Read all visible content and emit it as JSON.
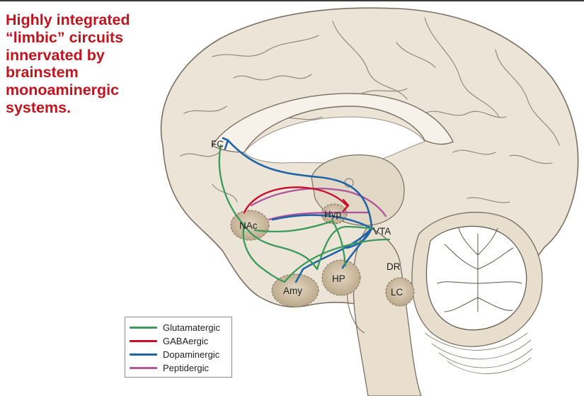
{
  "headline": {
    "lines": [
      "Highly integrated",
      "“limbic” circuits",
      "innervated by",
      "brainstem",
      "monoaminergic",
      "systems."
    ]
  },
  "regions": {
    "fc": "FC",
    "nac": "NAc",
    "hyp": "Hyp",
    "vta": "VTA",
    "amy": "Amy",
    "hp": "HP",
    "dr": "DR",
    "lc": "LC"
  },
  "legend": {
    "items": [
      {
        "label": "Glutamatergic",
        "color": "#3a9a5b"
      },
      {
        "label": "GABAergic",
        "color": "#c8102e"
      },
      {
        "label": "Dopaminergic",
        "color": "#1f64a6"
      },
      {
        "label": "Peptidergic",
        "color": "#b0579e"
      }
    ]
  },
  "colors": {
    "headline": "#c0151e",
    "brain_fill": "#ece4d6",
    "brain_outline": "#7a6f62",
    "nucleus_fill": "#c9baa0",
    "cerebellum_fill": "#ffffff"
  }
}
